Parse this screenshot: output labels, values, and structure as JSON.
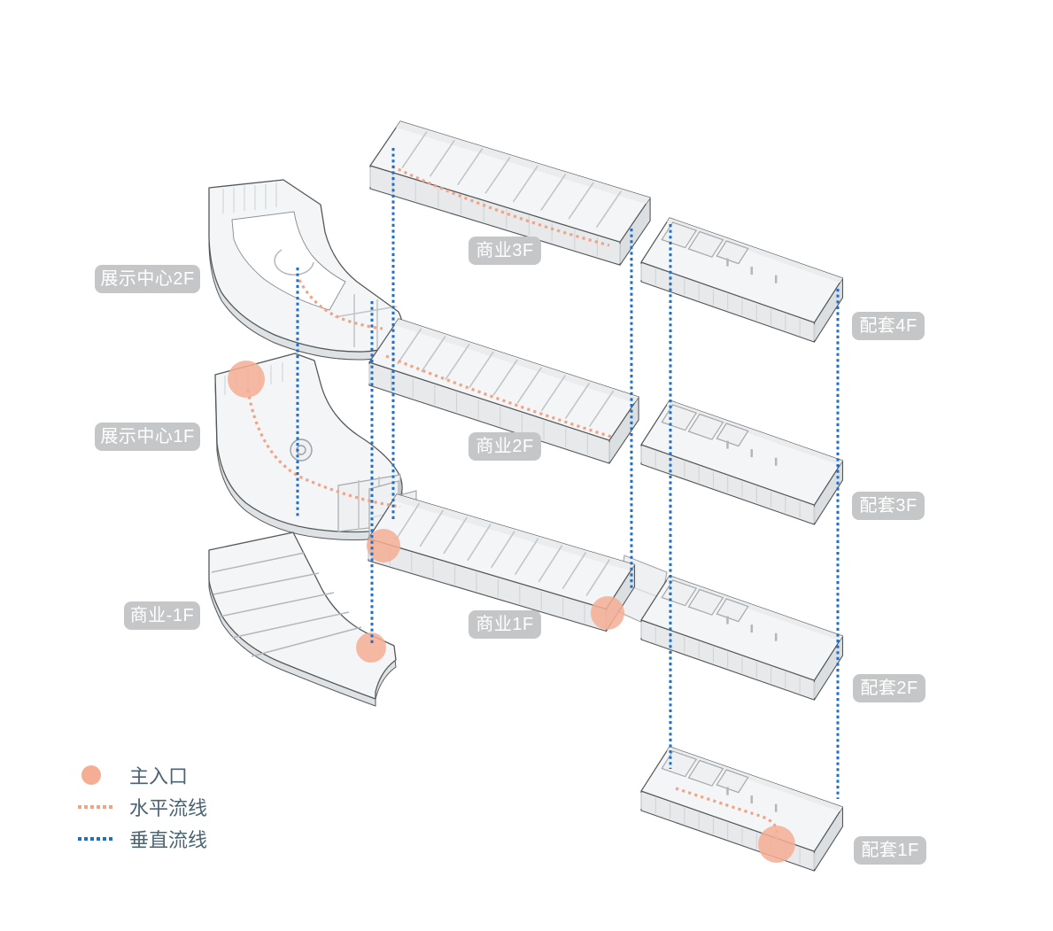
{
  "diagram": {
    "type": "exploded-axonometric-floor-diagram",
    "floors": [
      {
        "id": "exhibition-2f",
        "label": "展示中心2F"
      },
      {
        "id": "exhibition-1f",
        "label": "展示中心1F"
      },
      {
        "id": "commercial-b1f",
        "label": "商业-1F"
      },
      {
        "id": "commercial-3f",
        "label": "商业3F"
      },
      {
        "id": "commercial-2f",
        "label": "商业2F"
      },
      {
        "id": "commercial-1f",
        "label": "商业1F"
      },
      {
        "id": "annex-4f",
        "label": "配套4F"
      },
      {
        "id": "annex-3f",
        "label": "配套3F"
      },
      {
        "id": "annex-2f",
        "label": "配套2F"
      },
      {
        "id": "annex-1f",
        "label": "配套1F"
      }
    ],
    "legend": {
      "items": [
        {
          "symbol": "entrance-dot",
          "label": "主入口",
          "color": "#F5AE94"
        },
        {
          "symbol": "horizontal-dotted-line",
          "label": "水平流线",
          "color": "#F2A385"
        },
        {
          "symbol": "vertical-dotted-line",
          "label": "垂直流线",
          "color": "#1E6FC6"
        }
      ]
    },
    "colors": {
      "entrance": "#F5AE94",
      "horizontal_circulation": "#F2A385",
      "vertical_circulation": "#1E6FC6",
      "badge_background": "#C5C6C7",
      "badge_text": "#FFFFFF",
      "legend_text": "#4A6472",
      "plate_fill": "#F4F5F6",
      "plate_outline": "#55585B"
    }
  }
}
